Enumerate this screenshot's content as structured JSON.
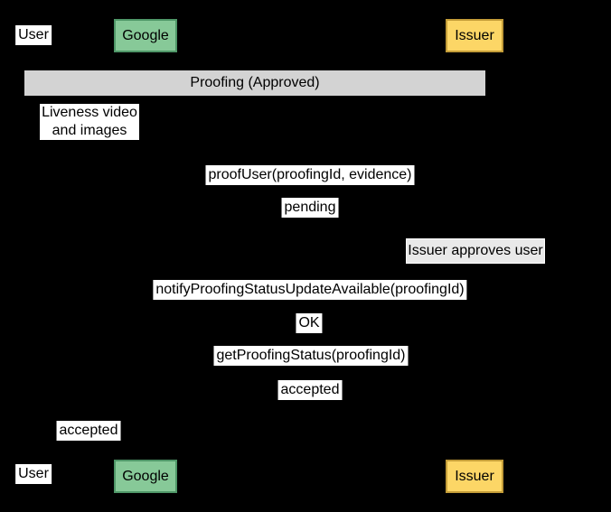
{
  "diagram": {
    "kind": "sequence-diagram",
    "frame": {
      "label": "Proofing (Approved)"
    },
    "actors": {
      "user": {
        "label": "User"
      },
      "google": {
        "label": "Google"
      },
      "issuer": {
        "label": "Issuer"
      }
    },
    "messages": {
      "liveness": {
        "line1": "Liveness video",
        "line2": "and images"
      },
      "proof_user": "proofUser(proofingId, evidence)",
      "pending": "pending",
      "notify": "notifyProofingStatusUpdateAvailable(proofingId)",
      "ok": "OK",
      "get_status": "getProofingStatus(proofingId)",
      "accepted_from_issuer": "accepted",
      "accepted_to_user": "accepted"
    },
    "note": {
      "text": "Issuer approves user"
    },
    "colors": {
      "background": "#000000",
      "label_background": "#ffffff",
      "text": "#000000",
      "google_fill": "#87c998",
      "google_border": "#4f9768",
      "issuer_fill": "#fcd666",
      "issuer_border": "#c49d38",
      "frame_fill": "#d3d3d3",
      "note_fill": "#e9e9e9"
    }
  }
}
